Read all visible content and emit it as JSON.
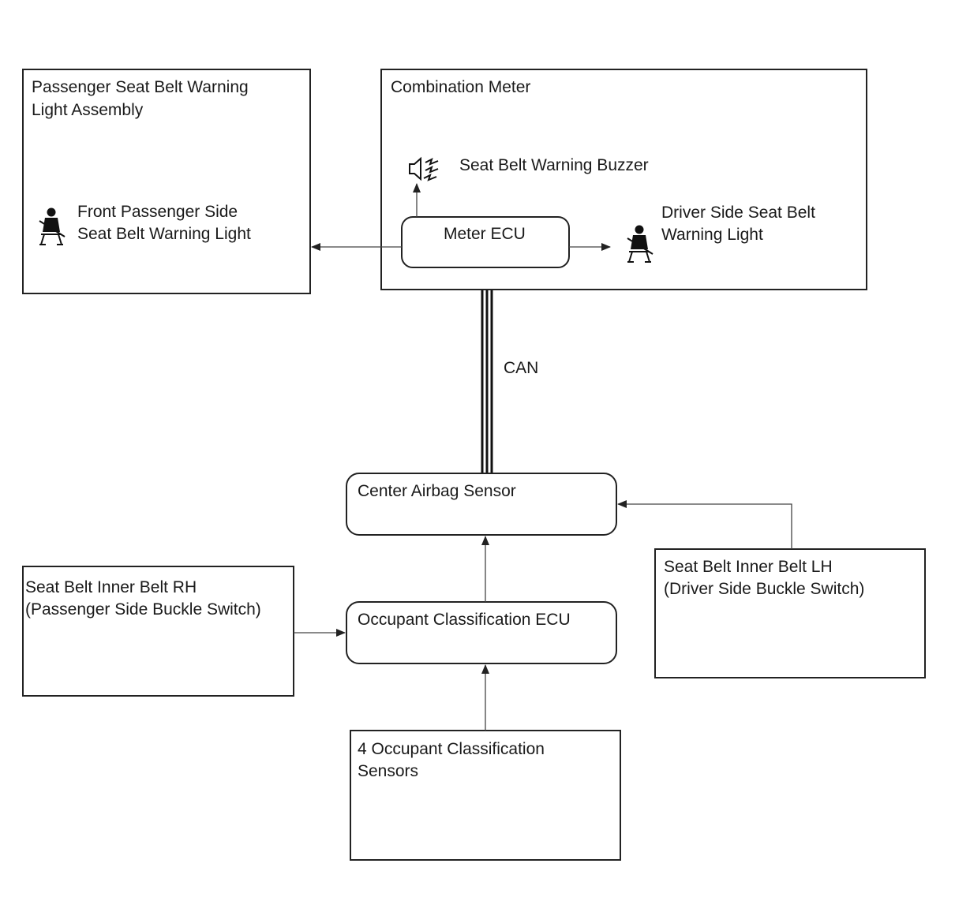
{
  "boxes": {
    "passenger_assembly": {
      "line1": "Passenger Seat Belt Warning",
      "line2": "Light Assembly"
    },
    "front_passenger_light": {
      "line1": "Front Passenger Side",
      "line2": "Seat Belt Warning Light"
    },
    "combination_meter": {
      "title": "Combination Meter"
    },
    "buzzer": {
      "label": "Seat Belt Warning Buzzer"
    },
    "meter_ecu": {
      "label": "Meter ECU"
    },
    "driver_light": {
      "line1": "Driver Side Seat Belt",
      "line2": "Warning Light"
    },
    "can": {
      "label": "CAN"
    },
    "center_airbag": {
      "label": "Center Airbag Sensor"
    },
    "inner_belt_rh": {
      "line1": "Seat Belt Inner Belt RH",
      "line2": "(Passenger Side Buckle Switch)"
    },
    "occupant_ecu": {
      "label": "Occupant Classification ECU"
    },
    "inner_belt_lh": {
      "line1": "Seat Belt Inner Belt LH",
      "line2": "(Driver Side Buckle Switch)"
    },
    "occupant_sensors": {
      "line1": "4 Occupant Classification",
      "line2": "Sensors"
    }
  },
  "icons": [
    "seatbelt-warning-icon",
    "buzzer-speaker-icon"
  ]
}
